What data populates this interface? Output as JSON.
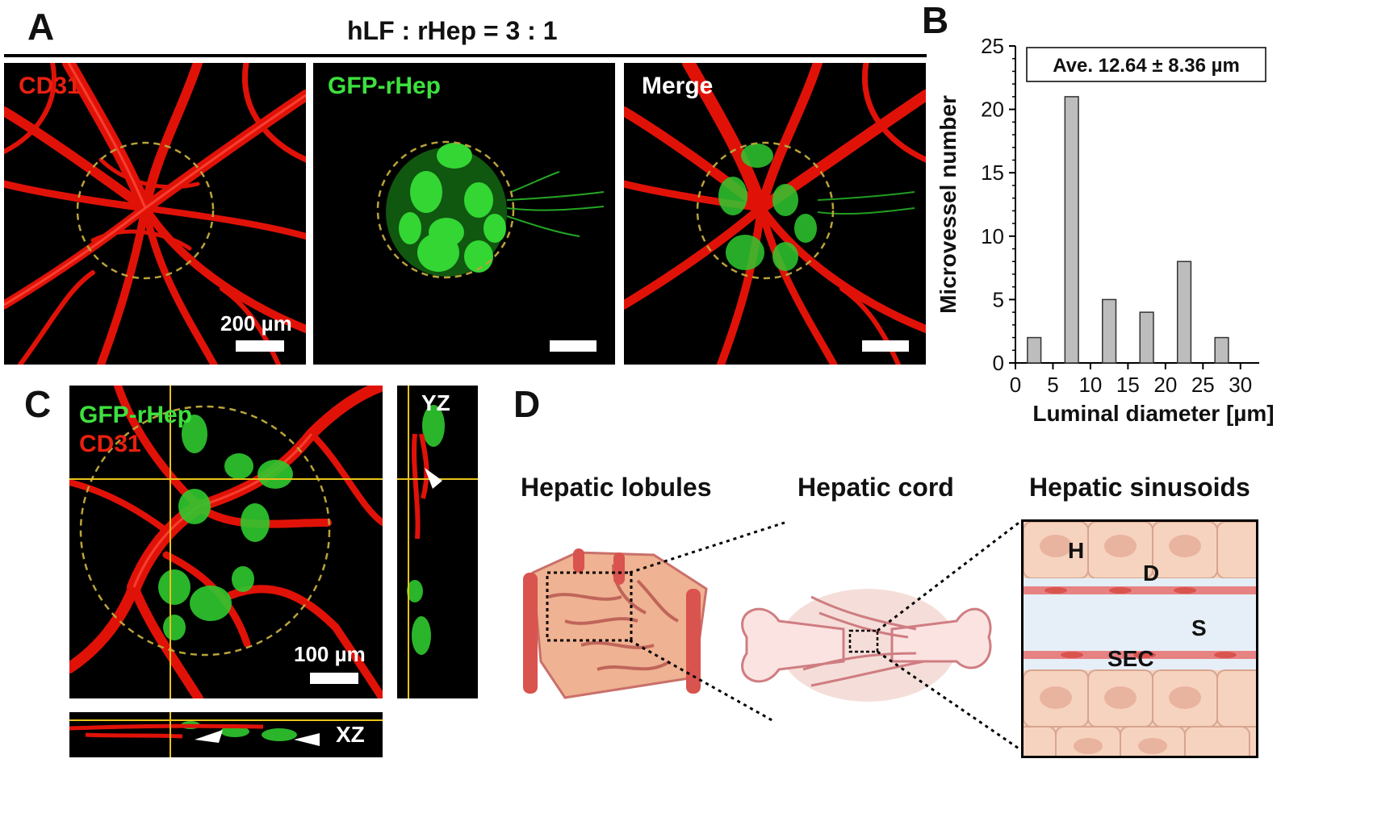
{
  "panels": {
    "a": "A",
    "b": "B",
    "c": "C",
    "d": "D"
  },
  "panel_a": {
    "title": "hLF : rHep = 3 : 1",
    "image1_label": "CD31",
    "image2_label": "GFP-rHep",
    "image3_label": "Merge",
    "scale_text": "200 µm"
  },
  "panel_c": {
    "label_green": "GFP-rHep",
    "label_red": "CD31",
    "yz_label": "YZ",
    "xz_label": "XZ",
    "scale_text": "100 µm"
  },
  "panel_d": {
    "lobules": "Hepatic lobules",
    "cord": "Hepatic cord",
    "sinusoids": "Hepatic sinusoids",
    "h": "H",
    "d": "D",
    "s": "S",
    "sec": "SEC"
  },
  "colors": {
    "vessel_red": "#ff1a0a",
    "hep_green": "#2bd12b",
    "ring": "#b9a33a",
    "bar_fill": "#bdbdbd"
  },
  "chart_data": {
    "type": "bar",
    "x": [
      2.5,
      7.5,
      12.5,
      17.5,
      22.5,
      27.5
    ],
    "values": [
      2,
      21,
      5,
      4,
      8,
      2
    ],
    "annotation": "Ave. 12.64 ± 8.36 µm",
    "xlabel": "Luminal diameter [µm]",
    "ylabel": "Microvessel number",
    "xlim": [
      0,
      32.5
    ],
    "ylim": [
      0,
      25
    ],
    "xticks": [
      0,
      5,
      10,
      15,
      20,
      25,
      30
    ],
    "yticks": [
      0,
      5,
      10,
      15,
      20,
      25
    ],
    "grid": false
  }
}
